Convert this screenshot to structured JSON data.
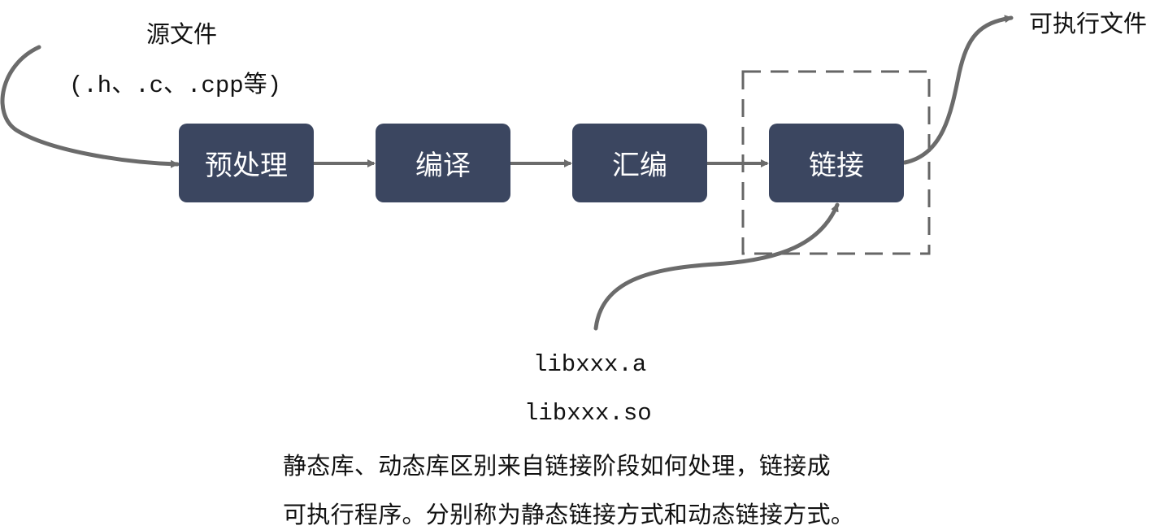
{
  "source": {
    "title": "源文件",
    "extensions": "(.h、.c、.cpp等)"
  },
  "output": {
    "label": "可执行文件"
  },
  "stages": [
    {
      "label": "预处理"
    },
    {
      "label": "编译"
    },
    {
      "label": "汇编"
    },
    {
      "label": "链接"
    }
  ],
  "libraries": {
    "static": "libxxx.a",
    "dynamic": "libxxx.so"
  },
  "caption": {
    "line1": "静态库、动态库区别来自链接阶段如何处理，链接成",
    "line2": "可执行程序。分别称为静态链接方式和动态链接方式。"
  },
  "colors": {
    "box_fill": "#3b4660",
    "box_text": "#ffffff",
    "arrow": "#6b6b6b",
    "dashed_frame": "#666666"
  }
}
